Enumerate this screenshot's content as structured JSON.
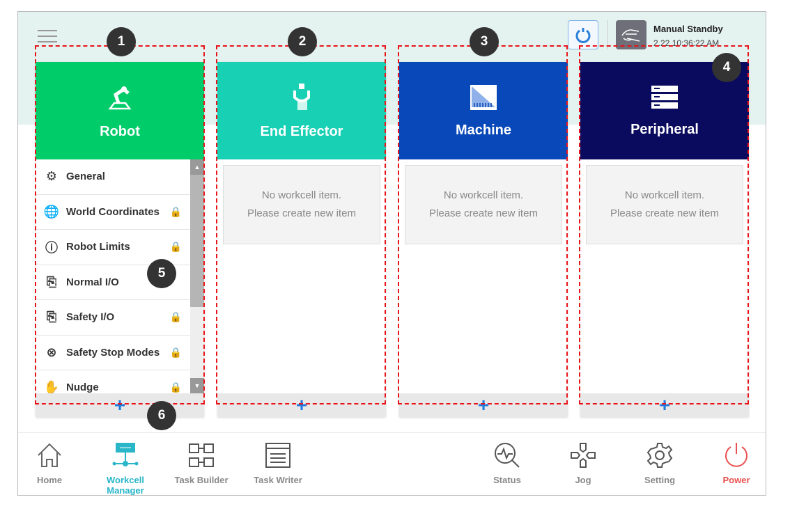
{
  "header": {
    "mode_title": "Manual Standby",
    "datetime": "2.22 10:36:22 AM"
  },
  "badges": [
    "1",
    "2",
    "3",
    "4",
    "5",
    "6"
  ],
  "columns": [
    {
      "title": "Robot",
      "color": "#00cc6a",
      "items": [
        {
          "label": "General",
          "icon": "robot-arm-icon",
          "locked": false
        },
        {
          "label": "World Coordinates",
          "icon": "globe-icon",
          "locked": true
        },
        {
          "label": "Robot Limits",
          "icon": "limit-icon",
          "locked": true
        },
        {
          "label": "Normal I/O",
          "icon": "io-icon",
          "locked": false
        },
        {
          "label": "Safety I/O",
          "icon": "io-icon",
          "locked": true
        },
        {
          "label": "Safety Stop Modes",
          "icon": "stop-icon",
          "locked": true
        },
        {
          "label": "Nudge",
          "icon": "hand-icon",
          "locked": true
        }
      ]
    },
    {
      "title": "End Effector",
      "color": "#18d0b4",
      "empty": [
        "No workcell item.",
        "Please create new item"
      ]
    },
    {
      "title": "Machine",
      "color": "#0848b8",
      "empty": [
        "No workcell item.",
        "Please create new item"
      ]
    },
    {
      "title": "Peripheral",
      "color": "#0a0a5e",
      "empty": [
        "No workcell item.",
        "Please create new item"
      ]
    }
  ],
  "add_label": "+",
  "nav": [
    {
      "label": "Home",
      "icon": "home-icon"
    },
    {
      "label": "Workcell Manager",
      "icon": "workcell-icon",
      "active": true
    },
    {
      "label": "Task Builder",
      "icon": "task-builder-icon"
    },
    {
      "label": "Task Writer",
      "icon": "task-writer-icon"
    },
    {
      "label": "Status",
      "icon": "status-icon"
    },
    {
      "label": "Jog",
      "icon": "jog-icon"
    },
    {
      "label": "Setting",
      "icon": "gear-icon"
    },
    {
      "label": "Power",
      "icon": "power-icon"
    }
  ],
  "colors": {
    "active": "#29b6c9",
    "power": "#e8504f",
    "add": "#1f7ae0",
    "annotation": "#e8141a"
  }
}
